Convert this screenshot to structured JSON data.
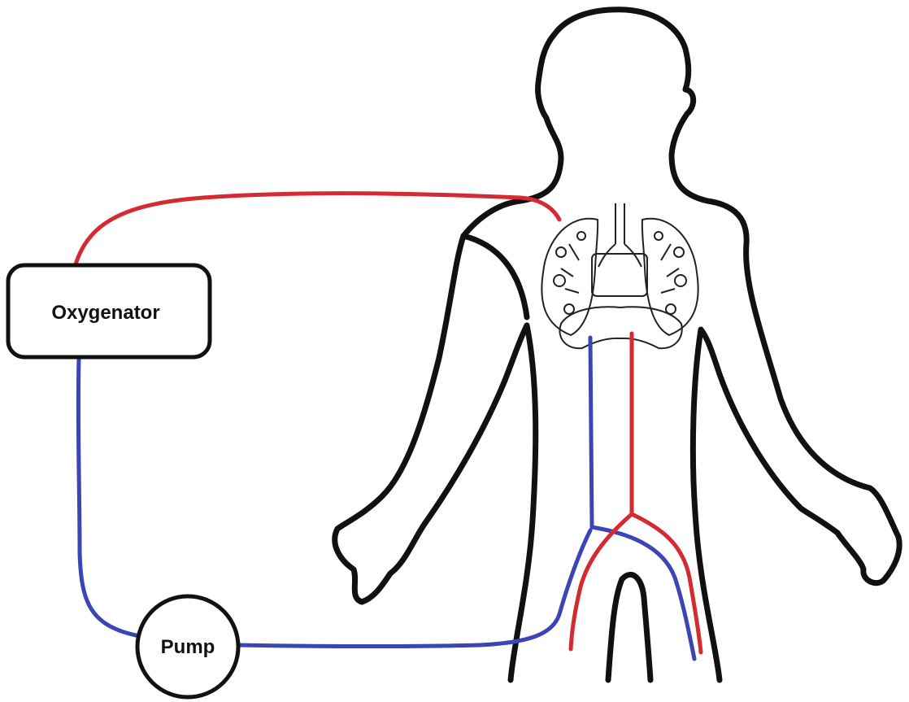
{
  "diagram": {
    "components": {
      "oxygenator": {
        "label": "Oxygenator"
      },
      "pump": {
        "label": "Pump"
      }
    },
    "colors": {
      "oxygenated_blood": "#d42a32",
      "deoxygenated_blood": "#3c45b5",
      "outline": "#111111",
      "background": "#ffffff"
    },
    "icons": [
      "human-body-outline",
      "lungs-icon"
    ]
  }
}
